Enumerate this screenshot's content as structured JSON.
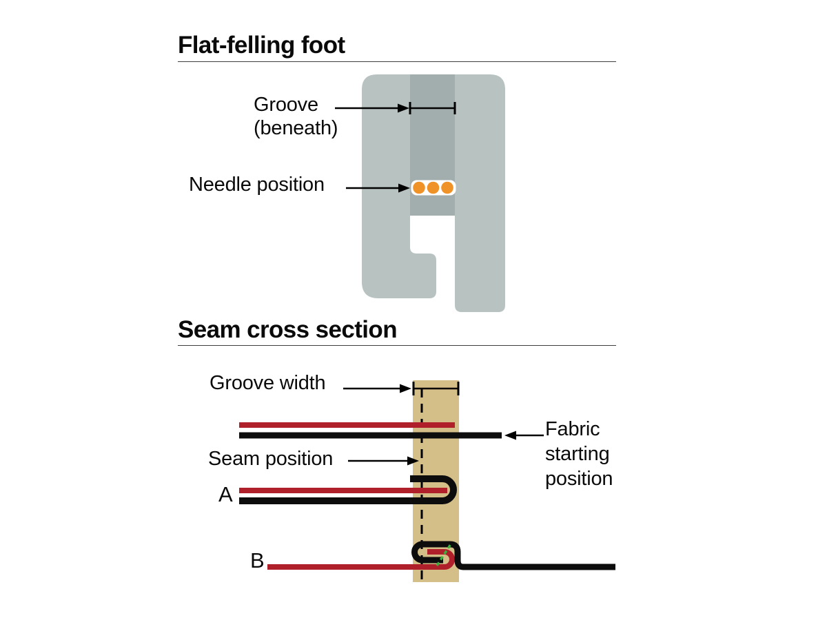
{
  "foot_section": {
    "title": "Flat-felling foot",
    "labels": {
      "groove": "Groove\n(beneath)",
      "needle": "Needle position"
    }
  },
  "seam_section": {
    "title": "Seam cross section",
    "labels": {
      "groove_width": "Groove width",
      "seam_position": "Seam position",
      "fabric_start": "Fabric\nstarting\nposition",
      "row_a": "A",
      "row_b": "B"
    }
  },
  "colors": {
    "foot_body": "#b7c2c1",
    "foot_groove": "#a2aead",
    "needle_slot": "#ffffff",
    "needle_dots": "#ef9227",
    "fabric_top": "#b0202a",
    "fabric_bottom": "#0d0d0d",
    "seam_allowance": "#d5bf88",
    "stitch": "#3cb23e",
    "ink": "#000000"
  }
}
